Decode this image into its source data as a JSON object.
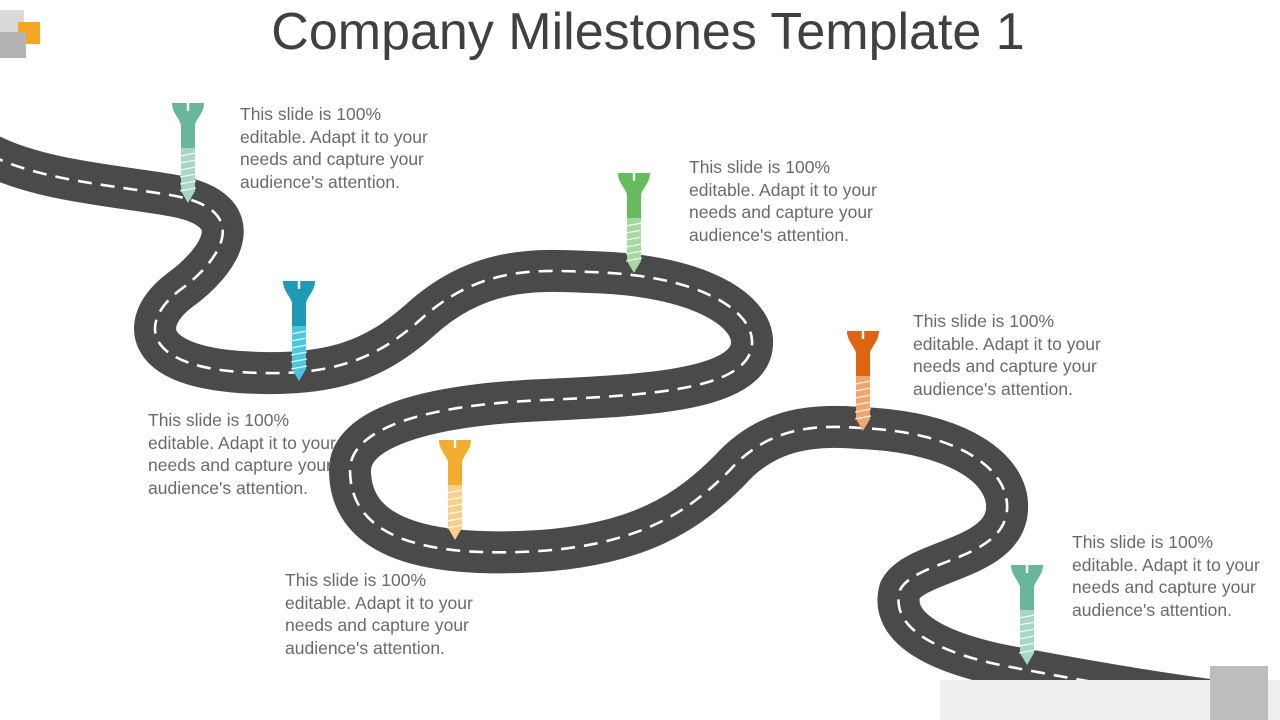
{
  "slide": {
    "title": "Company Milestones Template 1"
  },
  "colors": {
    "road": "#4a4a4a",
    "road_dash": "#ffffff",
    "title_text": "#404040",
    "body_text": "#6a6a6a",
    "logo_gray_dark": "#b3b3b3",
    "logo_gray_light": "#d9d9d9",
    "logo_orange": "#f5a623"
  },
  "milestones": [
    {
      "text": "This slide is 100% editable. Adapt it to your needs and capture your audience's attention.",
      "pin_color": "#6ab69a",
      "pin_color_light": "#a7d6c4"
    },
    {
      "text": "This slide is 100% editable. Adapt it to your needs and capture your audience's attention.",
      "pin_color": "#1e9ab5",
      "pin_color_light": "#4cc6e0"
    },
    {
      "text": "This slide is 100% editable. Adapt it to your needs and capture your audience's attention.",
      "pin_color": "#f2ad2e",
      "pin_color_light": "#f7d08b"
    },
    {
      "text": "This slide is 100% editable. Adapt it to your needs and capture your audience's attention.",
      "pin_color": "#66bb5e",
      "pin_color_light": "#a5d99f"
    },
    {
      "text": "This slide is 100% editable. Adapt it to your needs and capture your audience's attention.",
      "pin_color": "#de6414",
      "pin_color_light": "#f2a56e"
    },
    {
      "text": "This slide is 100% editable. Adapt it to your needs and capture your audience's attention.",
      "pin_color": "#6ab69a",
      "pin_color_light": "#a7d6c4"
    }
  ]
}
